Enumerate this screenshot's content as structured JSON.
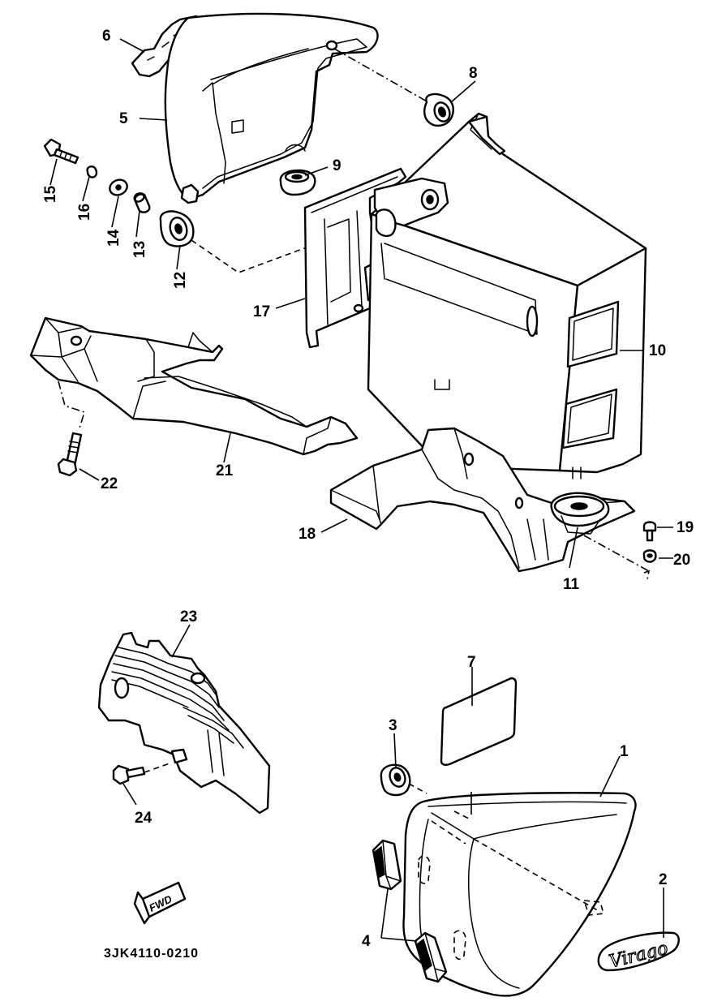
{
  "diagram": {
    "drawing_code": "3JK4110-0210",
    "fwd_arrow_label": "FWD",
    "emblem_text": "Virago",
    "callouts": [
      {
        "id": "c1",
        "label": "1"
      },
      {
        "id": "c2",
        "label": "2"
      },
      {
        "id": "c3",
        "label": "3"
      },
      {
        "id": "c4",
        "label": "4"
      },
      {
        "id": "c5",
        "label": "5"
      },
      {
        "id": "c6",
        "label": "6"
      },
      {
        "id": "c7",
        "label": "7"
      },
      {
        "id": "c8",
        "label": "8"
      },
      {
        "id": "c9",
        "label": "9"
      },
      {
        "id": "c10",
        "label": "10"
      },
      {
        "id": "c11",
        "label": "11"
      },
      {
        "id": "c12",
        "label": "12"
      },
      {
        "id": "c13",
        "label": "13"
      },
      {
        "id": "c14",
        "label": "14"
      },
      {
        "id": "c15",
        "label": "15"
      },
      {
        "id": "c16",
        "label": "16"
      },
      {
        "id": "c17",
        "label": "17"
      },
      {
        "id": "c18",
        "label": "18"
      },
      {
        "id": "c19",
        "label": "19"
      },
      {
        "id": "c20",
        "label": "20"
      },
      {
        "id": "c21",
        "label": "21"
      },
      {
        "id": "c22",
        "label": "22"
      },
      {
        "id": "c23",
        "label": "23"
      },
      {
        "id": "c24",
        "label": "24"
      }
    ]
  }
}
